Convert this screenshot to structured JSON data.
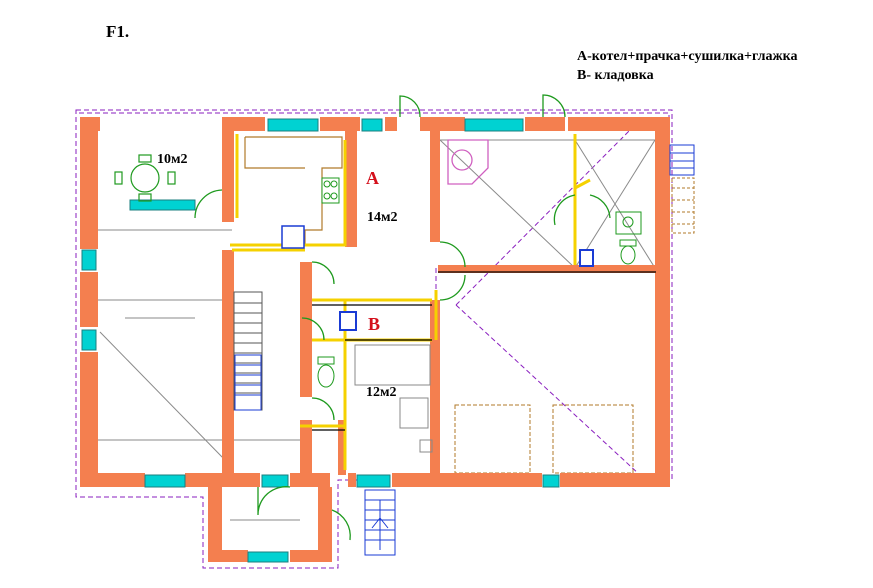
{
  "title": "F1.",
  "legend": {
    "a": "А-котел+прачка+сушилка+глажка",
    "b": "В- кладовка"
  },
  "rooms": {
    "dining_area": "10м2",
    "room_a_area": "14м2",
    "room_bath_area": "12м2"
  },
  "markers": {
    "a": "A",
    "b": "B"
  },
  "colors": {
    "wall": "#f47f4f",
    "window": "#00d2d2",
    "door": "#1e9a1e",
    "partition": "#f5d100",
    "outline": "#8a1fbf",
    "line": "#7a7a7a",
    "marker": "#d4101c",
    "garage": "#b07a2a"
  }
}
